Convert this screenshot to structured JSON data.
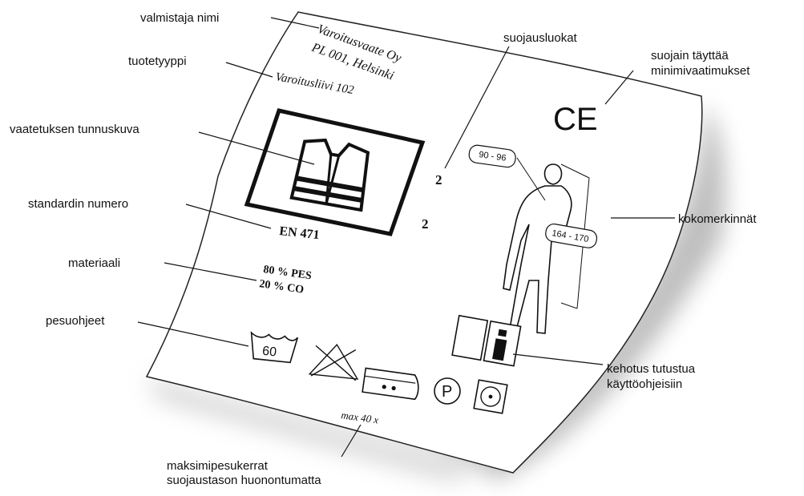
{
  "label": {
    "manufacturer_name": "Varoitusvaate Oy",
    "address": "PL 001, Helsinki",
    "product_type": "Varoitusliivi 102",
    "standard": "EN 471",
    "class_1": "2",
    "class_2": "2",
    "material_1": "80 %  PES",
    "material_2": "20 % CO",
    "wash_temp": "60",
    "care_p": "P",
    "max_washes": "max 40 x",
    "size_chest": "90 - 96",
    "size_height": "164 - 170",
    "ce_mark": "CE"
  },
  "callouts": {
    "manufacturer": "valmistaja nimi",
    "product_type": "tuotetyyppi",
    "pictogram": "vaatetuksen tunnuskuva",
    "standard_number": "standardin numero",
    "material": "materiaali",
    "wash_instructions": "pesuohjeet",
    "max_washes_1": "maksimipesukerrat",
    "max_washes_2": "suojaustason huonontumatta",
    "protection_classes": "suojausluokat",
    "min_requirements_1": "suojain täyttää",
    "min_requirements_2": "minimivaatimukset",
    "size_markings": "kokomerkinnät",
    "read_instructions_1": "kehotus tutustua",
    "read_instructions_2": "käyttöohjeisiin"
  },
  "colors": {
    "ink": "#111111",
    "shadow": "#9a9a9a",
    "paper": "#ffffff"
  }
}
